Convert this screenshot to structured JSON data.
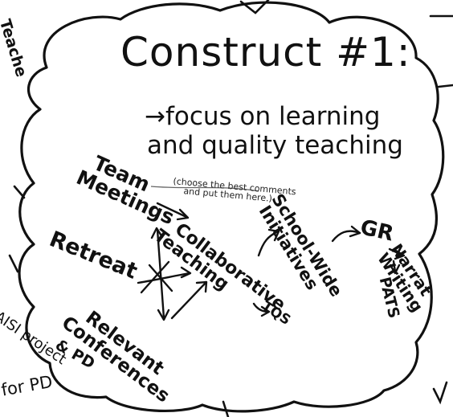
{
  "title": "Construct #1:",
  "subtitle_lines": [
    "→focus on learning",
    "and quality teaching"
  ],
  "instruction_lines": [
    "(choose the best comments",
    "and put them here.)"
  ],
  "nodes": {
    "team_meetings": [
      "Team",
      "Meetings"
    ],
    "retreat": "Retreat",
    "collaborative_teaching": [
      "Collaborative",
      "Teaching"
    ],
    "school_wide_initiatives": [
      "School-Wide",
      "Initiatives"
    ],
    "gr": "GR",
    "narrative_writing": [
      "Narrat",
      "Writing"
    ],
    "pats": "PATS",
    "tqs": "TQS",
    "relevant_conferences": [
      "Relevant",
      "Conferences"
    ],
    "pd": "& PD"
  },
  "margin_notes": {
    "teach": "Teache",
    "aisi_project": "AISI project",
    "for_pd": "for PD"
  },
  "colors": {
    "ink": "#111111",
    "paper": "#ffffff"
  }
}
